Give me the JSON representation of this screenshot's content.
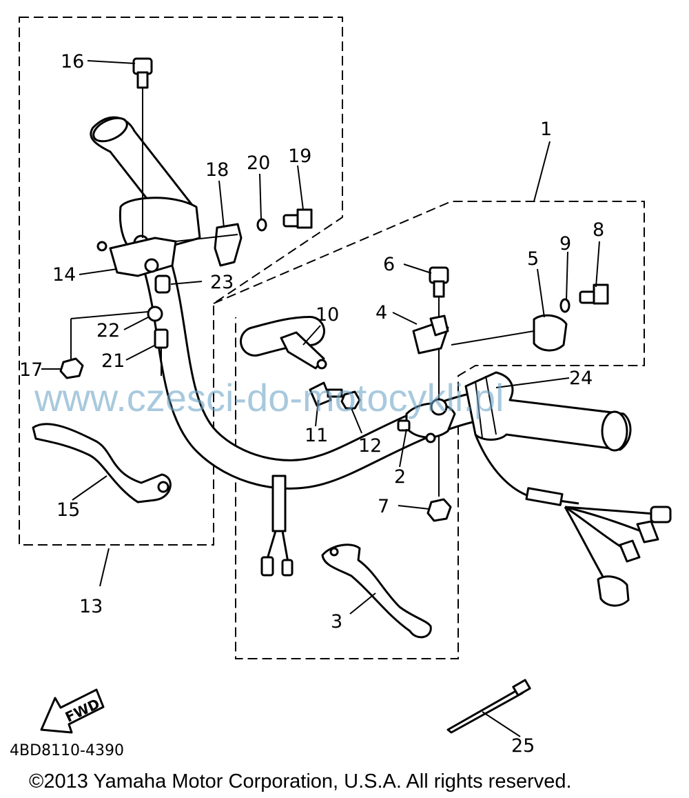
{
  "callouts": [
    {
      "id": "1",
      "label": "1"
    },
    {
      "id": "2",
      "label": "2"
    },
    {
      "id": "3",
      "label": "3"
    },
    {
      "id": "4",
      "label": "4"
    },
    {
      "id": "5",
      "label": "5"
    },
    {
      "id": "6",
      "label": "6"
    },
    {
      "id": "7",
      "label": "7"
    },
    {
      "id": "8",
      "label": "8"
    },
    {
      "id": "9",
      "label": "9"
    },
    {
      "id": "10",
      "label": "10"
    },
    {
      "id": "11",
      "label": "11"
    },
    {
      "id": "12",
      "label": "12"
    },
    {
      "id": "13",
      "label": "13"
    },
    {
      "id": "14",
      "label": "14"
    },
    {
      "id": "15",
      "label": "15"
    },
    {
      "id": "16",
      "label": "16"
    },
    {
      "id": "17",
      "label": "17"
    },
    {
      "id": "18",
      "label": "18"
    },
    {
      "id": "19",
      "label": "19"
    },
    {
      "id": "20",
      "label": "20"
    },
    {
      "id": "21",
      "label": "21"
    },
    {
      "id": "22",
      "label": "22"
    },
    {
      "id": "23",
      "label": "23"
    },
    {
      "id": "24",
      "label": "24"
    },
    {
      "id": "25",
      "label": "25"
    }
  ],
  "fwd_badge": "FWD",
  "diagram_code": "4BD8110-4390",
  "watermark": "www.czesci-do-motocykli.pl",
  "copyright": "©2013 Yamaha Motor Corporation, U.S.A. All rights reserved."
}
